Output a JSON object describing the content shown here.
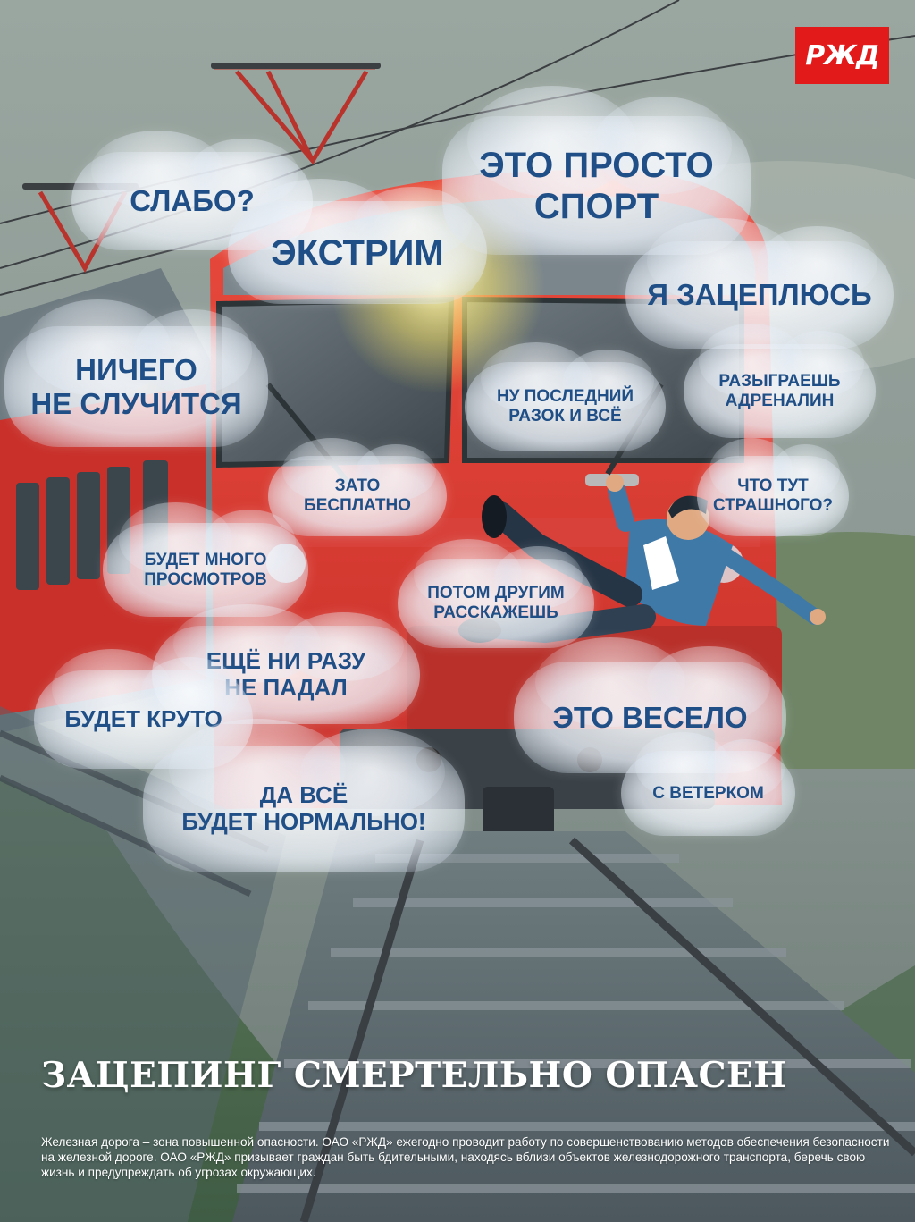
{
  "logo": {
    "text": "РЖД"
  },
  "clouds": [
    {
      "id": "slabo",
      "text": "СЛАБО?"
    },
    {
      "id": "ekstrim",
      "text": "ЭКСТРИМ"
    },
    {
      "id": "sport",
      "text": "ЭТО ПРОСТО\nСПОРТ"
    },
    {
      "id": "zatseplus",
      "text": "Я ЗАЦЕПЛЮСЬ"
    },
    {
      "id": "nichego",
      "text": "НИЧЕГО\nНЕ СЛУЧИТСЯ"
    },
    {
      "id": "posledniy",
      "text": "НУ ПОСЛЕДНИЙ\nРАЗОК И ВСЁ"
    },
    {
      "id": "adrenalin",
      "text": "РАЗЫГРАЕШЬ\nАДРЕНАЛИН"
    },
    {
      "id": "besplatno",
      "text": "ЗАТО\nБЕСПЛАТНО"
    },
    {
      "id": "strashnogo",
      "text": "ЧТО ТУТ\nСТРАШНОГО?"
    },
    {
      "id": "prosmotrov",
      "text": "БУДЕТ МНОГО\nПРОСМОТРОВ"
    },
    {
      "id": "rasskazhesh",
      "text": "ПОТОМ ДРУГИМ\nРАССКАЖЕШЬ"
    },
    {
      "id": "nepadal",
      "text": "ЕЩЁ НИ РАЗУ\nНЕ ПАДАЛ"
    },
    {
      "id": "kruto",
      "text": "БУДЕТ КРУТО"
    },
    {
      "id": "veselo",
      "text": "ЭТО ВЕСЕЛО"
    },
    {
      "id": "normalno",
      "text": "ДА ВСЁ\nБУДЕТ НОРМАЛЬНО!"
    },
    {
      "id": "veterkom",
      "text": "С ВЕТЕРКОМ"
    }
  ],
  "headline": "ЗАЦЕПИНГ СМЕРТЕЛЬНО ОПАСЕН",
  "body": "Железная дорога – зона повышенной опасности. ОАО «РЖД» ежегодно проводит работу по совершенствованию методов обеспечения безопасности на железной дороге. ОАО «РЖД» призывает граждан быть бдительными, находясь вблизи объектов железнодорожного транспорта, беречь свою жизнь и предупреждать об угрозах окружающих.",
  "colors": {
    "train_red": "#e2372f",
    "brand_red": "#e21a1a",
    "cloud_text": "#1f4f86",
    "sky": "#8e9b95",
    "text_white": "#ffffff"
  }
}
